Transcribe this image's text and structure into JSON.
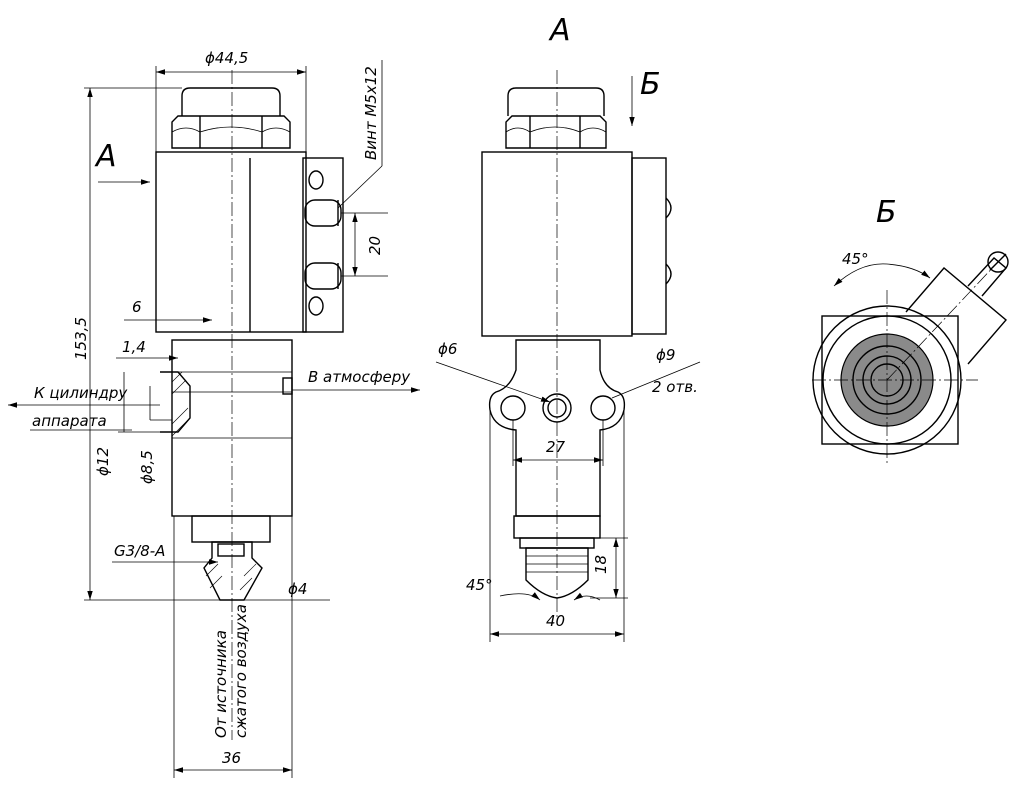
{
  "views": {
    "front": {
      "view_marker": "А",
      "dims": {
        "top_diameter": "ϕ44,5",
        "screw": "Винт М5х12",
        "spacing_20": "20",
        "height_153": "153,5",
        "gap_6": "6",
        "gap_14": "1,4",
        "d12": "ϕ12",
        "d85": "ϕ8,5",
        "thread": "G3/8-A",
        "d4": "ϕ4",
        "width_36": "36"
      },
      "labels": {
        "to_cylinder_1": "К цилиндру",
        "to_cylinder_2": "аппарата",
        "to_atmosphere": "В атмосферу",
        "from_source_1": "От источника",
        "from_source_2": "сжатого воздуха"
      }
    },
    "side": {
      "view_title": "А",
      "view_marker": "Б",
      "dims": {
        "d6": "ϕ6",
        "d9": "ϕ9",
        "holes": "2 отв.",
        "width_27": "27",
        "angle_45": "45°",
        "height_18": "18",
        "width_40": "40"
      }
    },
    "bottom": {
      "view_title": "Б",
      "dims": {
        "angle_45": "45°"
      },
      "colors": {
        "fill": "#8a8a8a"
      }
    }
  }
}
